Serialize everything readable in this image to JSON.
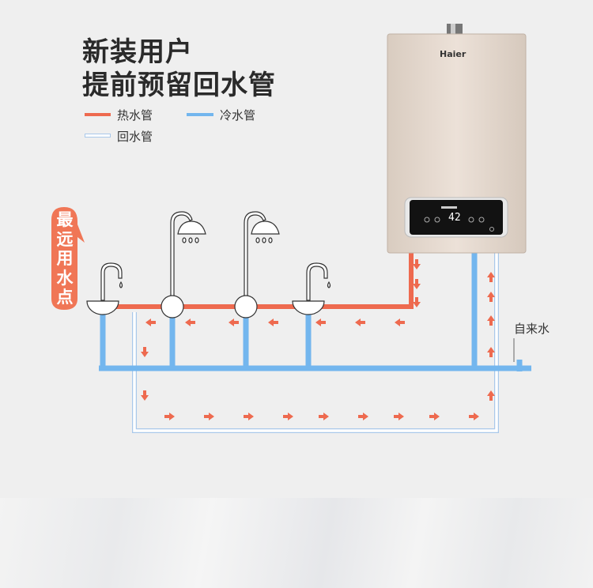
{
  "title": {
    "line1": "新装用户",
    "line2": "提前预留回水管"
  },
  "legend": [
    {
      "label": "热水管",
      "color": "#ee6a4f"
    },
    {
      "label": "冷水管",
      "color": "#73b6ee"
    },
    {
      "label": "回水管",
      "color": "#cfe0f2"
    }
  ],
  "callout": {
    "label": "最远用水点",
    "color": "#f07656"
  },
  "inlet_label": "自来水",
  "heater": {
    "brand": "Haier",
    "display_temp": "42"
  }
}
